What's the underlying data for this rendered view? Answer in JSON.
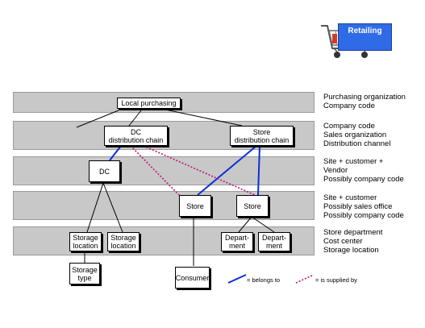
{
  "badge": {
    "label": "Retailing"
  },
  "bands": [
    {
      "lines": "Purchasing organization\nCompany code"
    },
    {
      "lines": "Company code\nSales organization\nDistribution channel"
    },
    {
      "lines": "Site + customer +\nVendor\nPossibly company code"
    },
    {
      "lines": "Site + customer\nPossibly sales office\nPossibly company code"
    },
    {
      "lines": "Store department\nCost center\nStorage location"
    }
  ],
  "nodes": {
    "local_purchasing": "Local purchasing",
    "dc_chain": "DC\ndistribution chain",
    "store_chain": "Store\ndistribution chain",
    "dc": "DC",
    "store_1": "Store",
    "store_2": "Store",
    "storage_location_1": "Storage\nlocation",
    "storage_location_2": "Storage\nlocation",
    "department_1": "Depart-\nment",
    "department_2": "Depart-\nment",
    "storage_type": "Storage\ntype",
    "consumer": "Consumer"
  },
  "legend": {
    "belongs_to": "= belongs to",
    "is_supplied_by": "= is supplied by",
    "belongs_color": "#0b2fd6",
    "supplied_color": "#c0147a"
  }
}
